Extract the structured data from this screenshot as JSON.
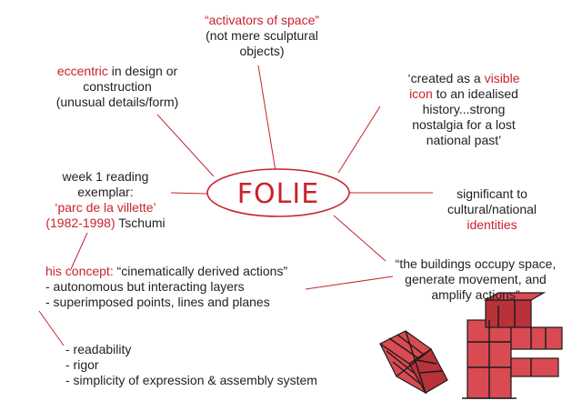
{
  "center": {
    "label": "FOLIE"
  },
  "activators": {
    "line1": "“activators of space”",
    "line2": "(not mere sculptural",
    "line3": "objects)"
  },
  "eccentric": {
    "keyword": "eccentric",
    "line1_rest": " in design or",
    "line2": "construction",
    "line3": "(unusual details/form)"
  },
  "icon": {
    "line1_pre": "‘created as a ",
    "line1_red": "visible",
    "line2_red": "icon",
    "line2_rest": " to an idealised",
    "line3": "history...strong",
    "line4": "nostalgia for a lost",
    "line5": "national past’"
  },
  "week1": {
    "line1": "week 1 reading",
    "line2": "exemplar:",
    "line3": "‘parc de la villette’",
    "line4_red": "(1982-1998)",
    "line4_rest": " Tschumi"
  },
  "significant": {
    "line1": "significant to",
    "line2": "cultural/national",
    "line3": "identities"
  },
  "buildings": {
    "line1": "“the buildings occupy space,",
    "line2": "generate movement, and",
    "line3": "amplify actions”"
  },
  "concept": {
    "keyword": "his concept:",
    "line1_rest": " “cinematically derived actions”",
    "item1": "- autonomous but interacting layers",
    "item2": "- superimposed points, lines and planes"
  },
  "qualities": {
    "item1": "- readability",
    "item2": "- rigor",
    "item3": "- simplicity of expression & assembly system"
  },
  "colors": {
    "accent": "#c8232c",
    "text": "#222222"
  }
}
